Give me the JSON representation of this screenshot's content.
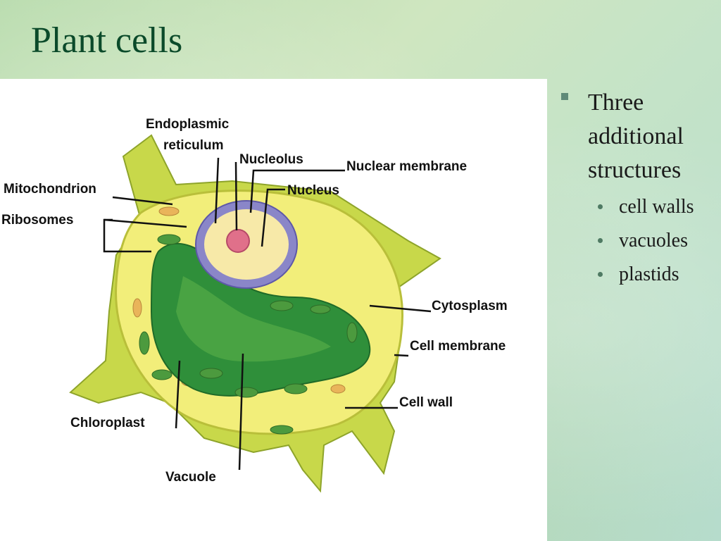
{
  "slide": {
    "title": "Plant cells",
    "bullet": "Three additional structures",
    "sub_bullets": [
      "cell walls",
      "vacuoles",
      "plastids"
    ]
  },
  "diagram": {
    "labels": {
      "endoplasmic_reticulum_1": "Endoplasmic",
      "endoplasmic_reticulum_2": "reticulum",
      "nucleolus": "Nucleolus",
      "nuclear_membrane": "Nuclear membrane",
      "nucleus": "Nucleus",
      "mitochondrion": "Mitochondrion",
      "ribosomes": "Ribosomes",
      "cytoplasm": "Cytosplasm",
      "cell_membrane": "Cell membrane",
      "cell_wall": "Cell wall",
      "chloroplast": "Chloroplast",
      "vacuole": "Vacuole"
    },
    "colors": {
      "cell_wall": "#c8d84a",
      "cytoplasm": "#f2ee7a",
      "vacuole": "#2f8f3a",
      "nucleus": "#f7e9a8",
      "nuclear_membrane": "#8a86c8",
      "nucleolus": "#e0708a",
      "chloroplast": "#4c9a3e"
    }
  }
}
